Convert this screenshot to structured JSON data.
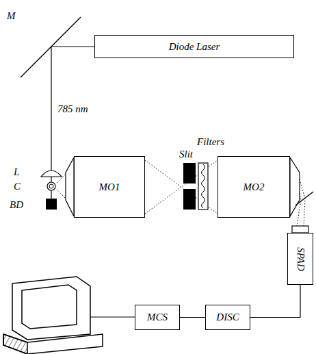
{
  "diagram": {
    "nodes": [
      {
        "text": [
          "Diode Laser"
        ]
      },
      {
        "text": [
          "MO1"
        ]
      },
      {
        "text": [
          "MO2"
        ]
      },
      {
        "text": [
          "SPAD"
        ]
      },
      {
        "text": [
          "MCS"
        ]
      },
      {
        "text": [
          "DISC"
        ]
      }
    ],
    "edges": [
      {
        "from": 4,
        "to": 5,
        "arrow": "none"
      },
      {
        "from": 5,
        "to": 3,
        "arrow": "none"
      }
    ],
    "labels": [
      "M",
      "785 nm",
      "Slit",
      "Filters",
      "L",
      "C",
      "BD"
    ]
  }
}
